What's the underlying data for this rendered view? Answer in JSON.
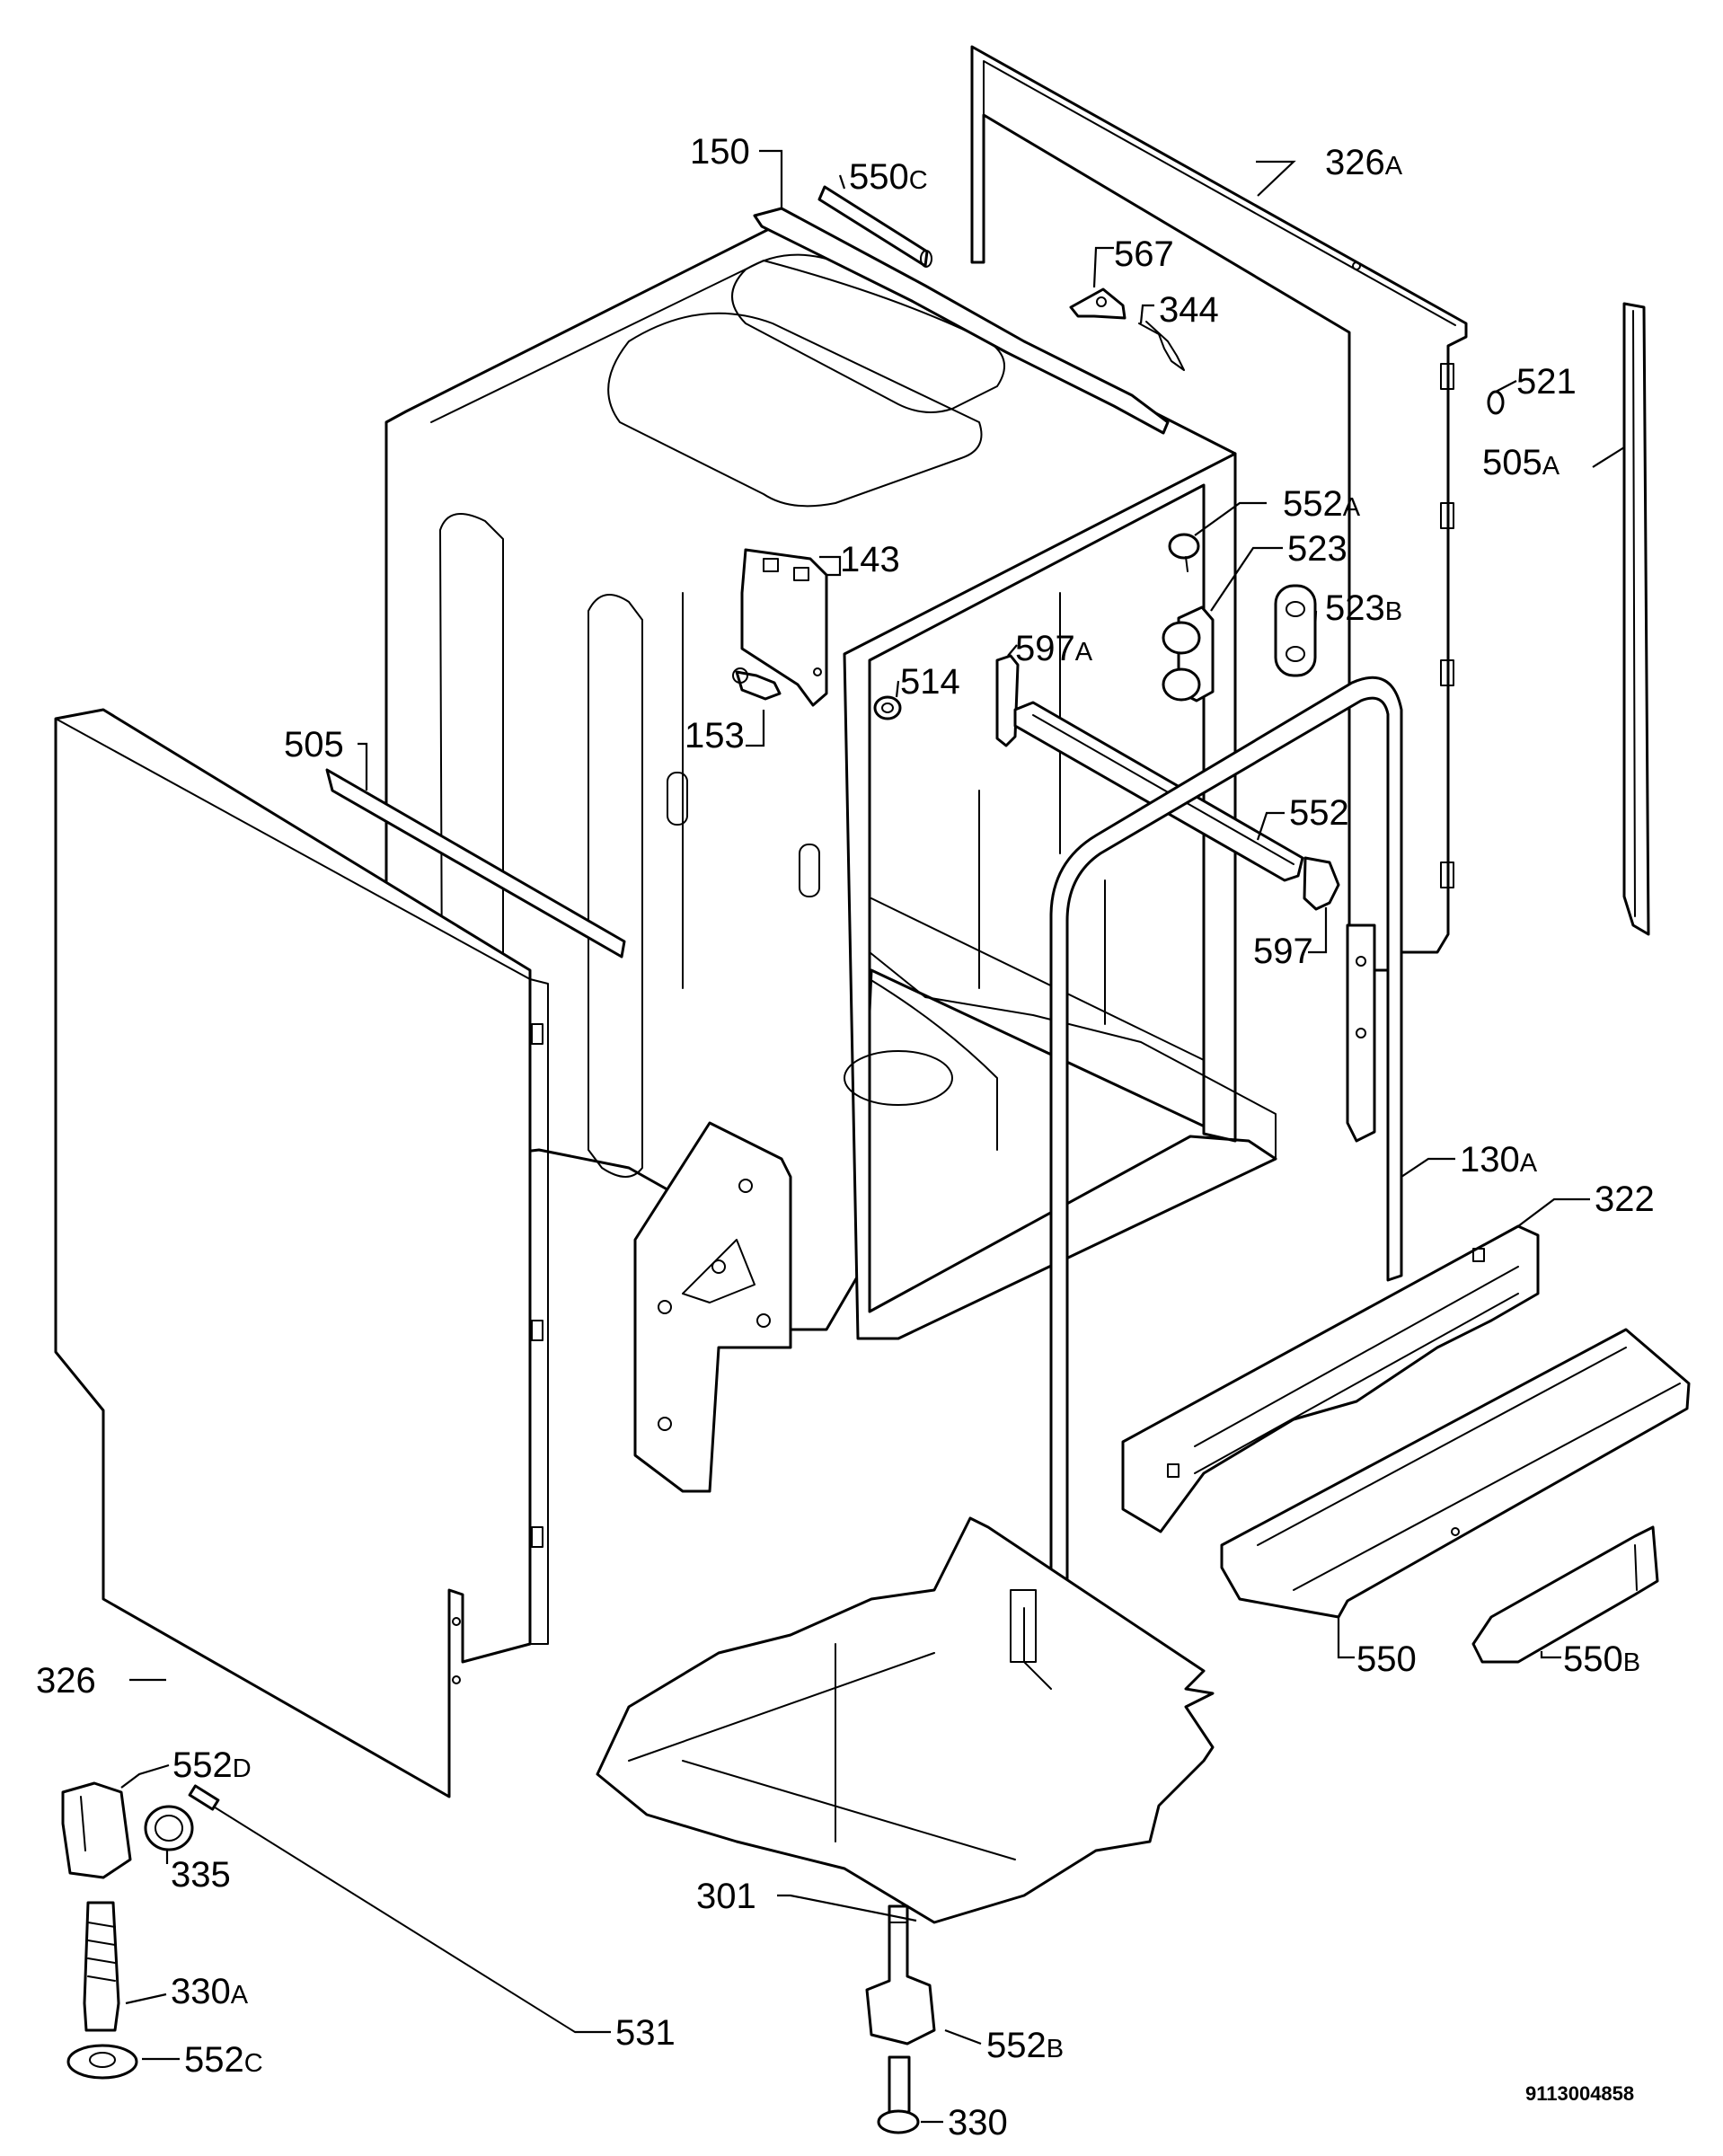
{
  "diagram": {
    "drawing_number": "9113004858",
    "callouts": [
      {
        "id": "c150",
        "num": "150",
        "suffix": ""
      },
      {
        "id": "c550c",
        "num": "550",
        "suffix": "C"
      },
      {
        "id": "c326a",
        "num": "326",
        "suffix": "A"
      },
      {
        "id": "c567",
        "num": "567",
        "suffix": ""
      },
      {
        "id": "c344",
        "num": "344",
        "suffix": ""
      },
      {
        "id": "c521",
        "num": "521",
        "suffix": ""
      },
      {
        "id": "c505a",
        "num": "505",
        "suffix": "A"
      },
      {
        "id": "c552a",
        "num": "552",
        "suffix": "A"
      },
      {
        "id": "c523",
        "num": "523",
        "suffix": ""
      },
      {
        "id": "c143",
        "num": "143",
        "suffix": ""
      },
      {
        "id": "c523b",
        "num": "523",
        "suffix": "B"
      },
      {
        "id": "c597a",
        "num": "597",
        "suffix": "A"
      },
      {
        "id": "c514",
        "num": "514",
        "suffix": ""
      },
      {
        "id": "c153",
        "num": "153",
        "suffix": ""
      },
      {
        "id": "c505",
        "num": "505",
        "suffix": ""
      },
      {
        "id": "c552",
        "num": "552",
        "suffix": ""
      },
      {
        "id": "c597",
        "num": "597",
        "suffix": ""
      },
      {
        "id": "c130a",
        "num": "130",
        "suffix": "A"
      },
      {
        "id": "c322",
        "num": "322",
        "suffix": ""
      },
      {
        "id": "c326",
        "num": "326",
        "suffix": ""
      },
      {
        "id": "c550",
        "num": "550",
        "suffix": ""
      },
      {
        "id": "c550b",
        "num": "550",
        "suffix": "B"
      },
      {
        "id": "c552d",
        "num": "552",
        "suffix": "D"
      },
      {
        "id": "c335",
        "num": "335",
        "suffix": ""
      },
      {
        "id": "c301",
        "num": "301",
        "suffix": ""
      },
      {
        "id": "c330a",
        "num": "330",
        "suffix": "A"
      },
      {
        "id": "c531",
        "num": "531",
        "suffix": ""
      },
      {
        "id": "c552b",
        "num": "552",
        "suffix": "B"
      },
      {
        "id": "c552c",
        "num": "552",
        "suffix": "C"
      },
      {
        "id": "c330",
        "num": "330",
        "suffix": ""
      }
    ]
  }
}
